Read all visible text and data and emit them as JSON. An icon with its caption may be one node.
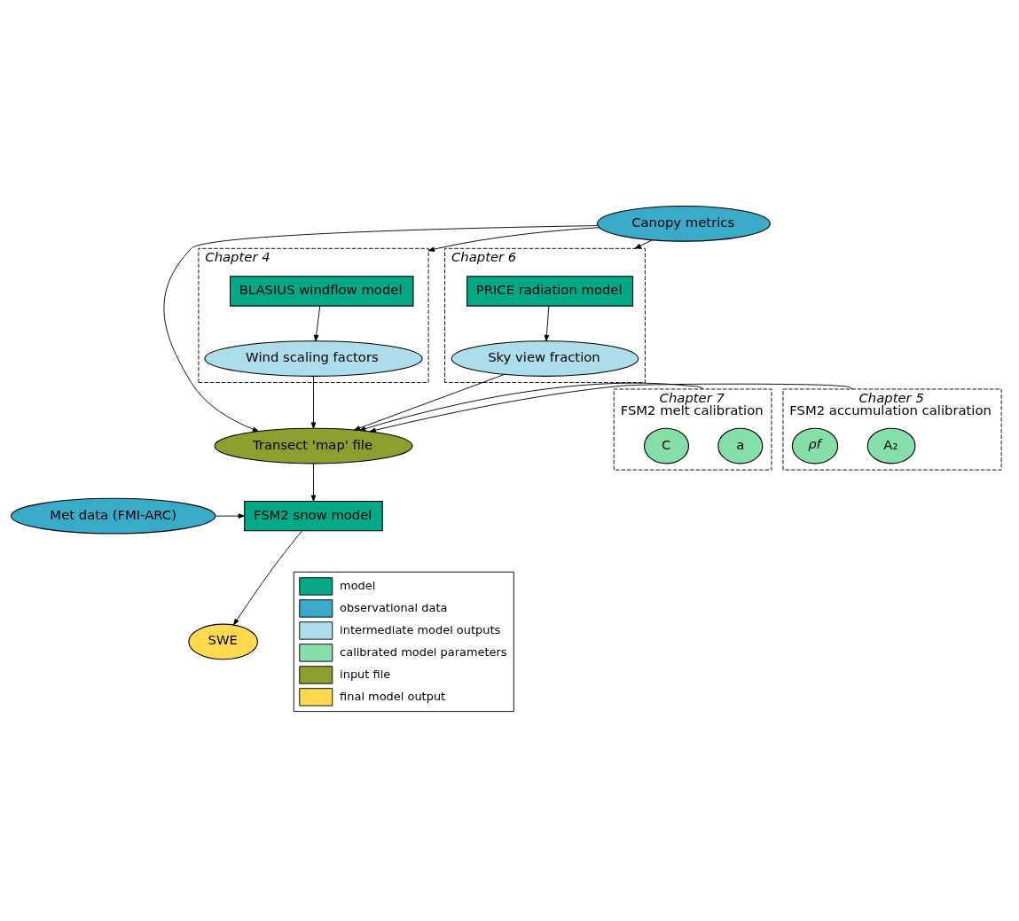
{
  "diagram": {
    "nodes": [
      {
        "text": [
          "Canopy metrics"
        ]
      },
      {
        "text": [
          "Chapter 4"
        ]
      },
      {
        "text": [
          "BLASIUS windflow model"
        ],
        "in": 1
      },
      {
        "text": [
          "Wind scaling factors"
        ],
        "in": 1
      },
      {
        "text": [
          "Chapter 6"
        ]
      },
      {
        "text": [
          "PRICE radiation model"
        ],
        "in": 4
      },
      {
        "text": [
          "Sky view fraction"
        ],
        "in": 4
      },
      {
        "text": [
          "Chapter 7",
          "FSM2 melt calibration"
        ]
      },
      {
        "text": [
          "a"
        ],
        "in": 7
      },
      {
        "text": [
          "C"
        ],
        "in": 7
      },
      {
        "text": [
          "Transect 'map' file"
        ]
      },
      {
        "text": [
          "Chapter 5",
          "FSM2 accumulation calibration"
        ]
      },
      {
        "text": [
          "A₂"
        ],
        "in": 11
      },
      {
        "text": [
          "ρf"
        ],
        "in": 11
      },
      {
        "text": [
          "Met data (FMI-ARC)"
        ]
      },
      {
        "text": [
          "FSM2 snow model"
        ]
      },
      {
        "text": [
          "SWE"
        ]
      }
    ],
    "edges": [
      {
        "from": 0,
        "to": 1,
        "arrow": "to"
      },
      {
        "from": 0,
        "to": 10,
        "arrow": "to"
      },
      {
        "from": 0,
        "to": 4,
        "arrow": "to"
      },
      {
        "from": 2,
        "to": 3,
        "arrow": "to"
      },
      {
        "from": 5,
        "to": 6,
        "arrow": "to"
      },
      {
        "from": 3,
        "to": 10,
        "arrow": "to"
      },
      {
        "from": 6,
        "to": 10,
        "arrow": "to"
      },
      {
        "from": 7,
        "to": 10,
        "arrow": "to"
      },
      {
        "from": 11,
        "to": 10,
        "arrow": "to"
      },
      {
        "from": 10,
        "to": 15,
        "arrow": "to"
      },
      {
        "from": 14,
        "to": 15,
        "arrow": "to"
      },
      {
        "from": 15,
        "to": 16,
        "arrow": "to"
      }
    ],
    "legend": [
      {
        "text": "model",
        "color": "#03a887"
      },
      {
        "text": "observational data",
        "color": "#3aaac9"
      },
      {
        "text": "intermediate model outputs",
        "color": "#addcea"
      },
      {
        "text": "calibrated model parameters",
        "color": "#86dea9"
      },
      {
        "text": "input file",
        "color": "#8a9f2e"
      },
      {
        "text": "final model output",
        "color": "#ffd94f"
      }
    ]
  }
}
